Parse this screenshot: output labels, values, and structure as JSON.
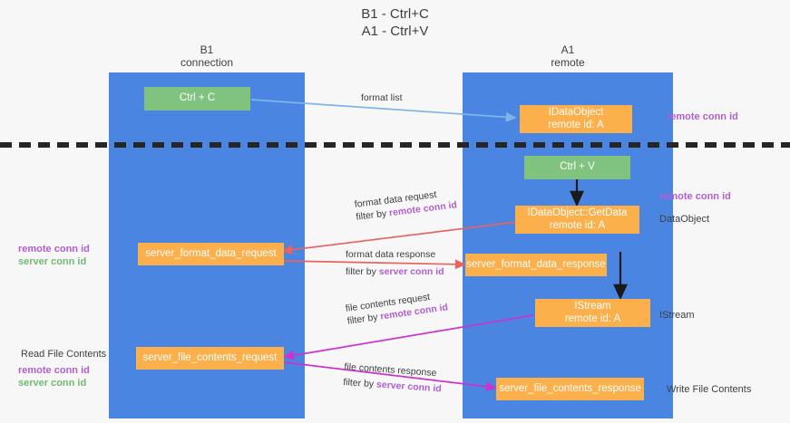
{
  "title": {
    "line1": "B1 - Ctrl+C",
    "line2": "A1 - Ctrl+V"
  },
  "columns": [
    {
      "name": "B1",
      "role": "connection"
    },
    {
      "name": "A1",
      "role": "remote"
    }
  ],
  "nodes": {
    "ctrl_c": {
      "label": "Ctrl + C"
    },
    "ctrl_v": {
      "label": "Ctrl + V"
    },
    "idataobject": {
      "line1": "IDataObject",
      "line2": "remote id: A"
    },
    "idataobject_getdata": {
      "line1": "IDataObject::GetData",
      "line2": "remote id: A"
    },
    "istream": {
      "line1": "IStream",
      "line2": "remote id: A"
    },
    "server_format_data_request": {
      "label": "server_format_data_request"
    },
    "server_format_data_response": {
      "label": "server_format_data_response"
    },
    "server_file_contents_request": {
      "label": "server_file_contents_request"
    },
    "server_file_contents_response": {
      "label": "server_file_contents_response"
    }
  },
  "edges": {
    "format_list": {
      "label": "format list"
    },
    "format_data_request": {
      "line1": "format data request",
      "filter_prefix": "filter by ",
      "filter_key": "remote conn id"
    },
    "format_data_response": {
      "line1": "format data response",
      "filter_prefix": "filter by ",
      "filter_key": "server conn id"
    },
    "file_contents_request": {
      "line1": "file contents request",
      "filter_prefix": "filter by ",
      "filter_key": "remote conn id"
    },
    "file_contents_response": {
      "line1": "file contents response",
      "filter_prefix": "filter by ",
      "filter_key": "server conn id"
    }
  },
  "annotations": {
    "right_remote_conn_id_top": "remote conn id",
    "right_remote_conn_id_mid": "remote conn id",
    "right_dataobject": "DataObject",
    "right_istream": "IStream",
    "right_write_file_contents": "Write File Contents",
    "left_remote_conn_id_mid": "remote conn id",
    "left_server_conn_id_mid": "server conn id",
    "left_read_file_contents": "Read File Contents",
    "left_remote_conn_id_bottom": "remote conn id",
    "left_server_conn_id_bottom": "server conn id"
  },
  "colors": {
    "lane": "#4a86e1",
    "green_node": "#7fc37f",
    "orange_node": "#fbb04b",
    "purple_text": "#b05fd0",
    "green_text": "#74b974",
    "red_arrow": "#e8635c",
    "magenta_arrow": "#cc33cc",
    "blue_arrow": "#7fb4e8",
    "black_arrow": "#1a1a1a",
    "background": "#f7f7f7"
  }
}
